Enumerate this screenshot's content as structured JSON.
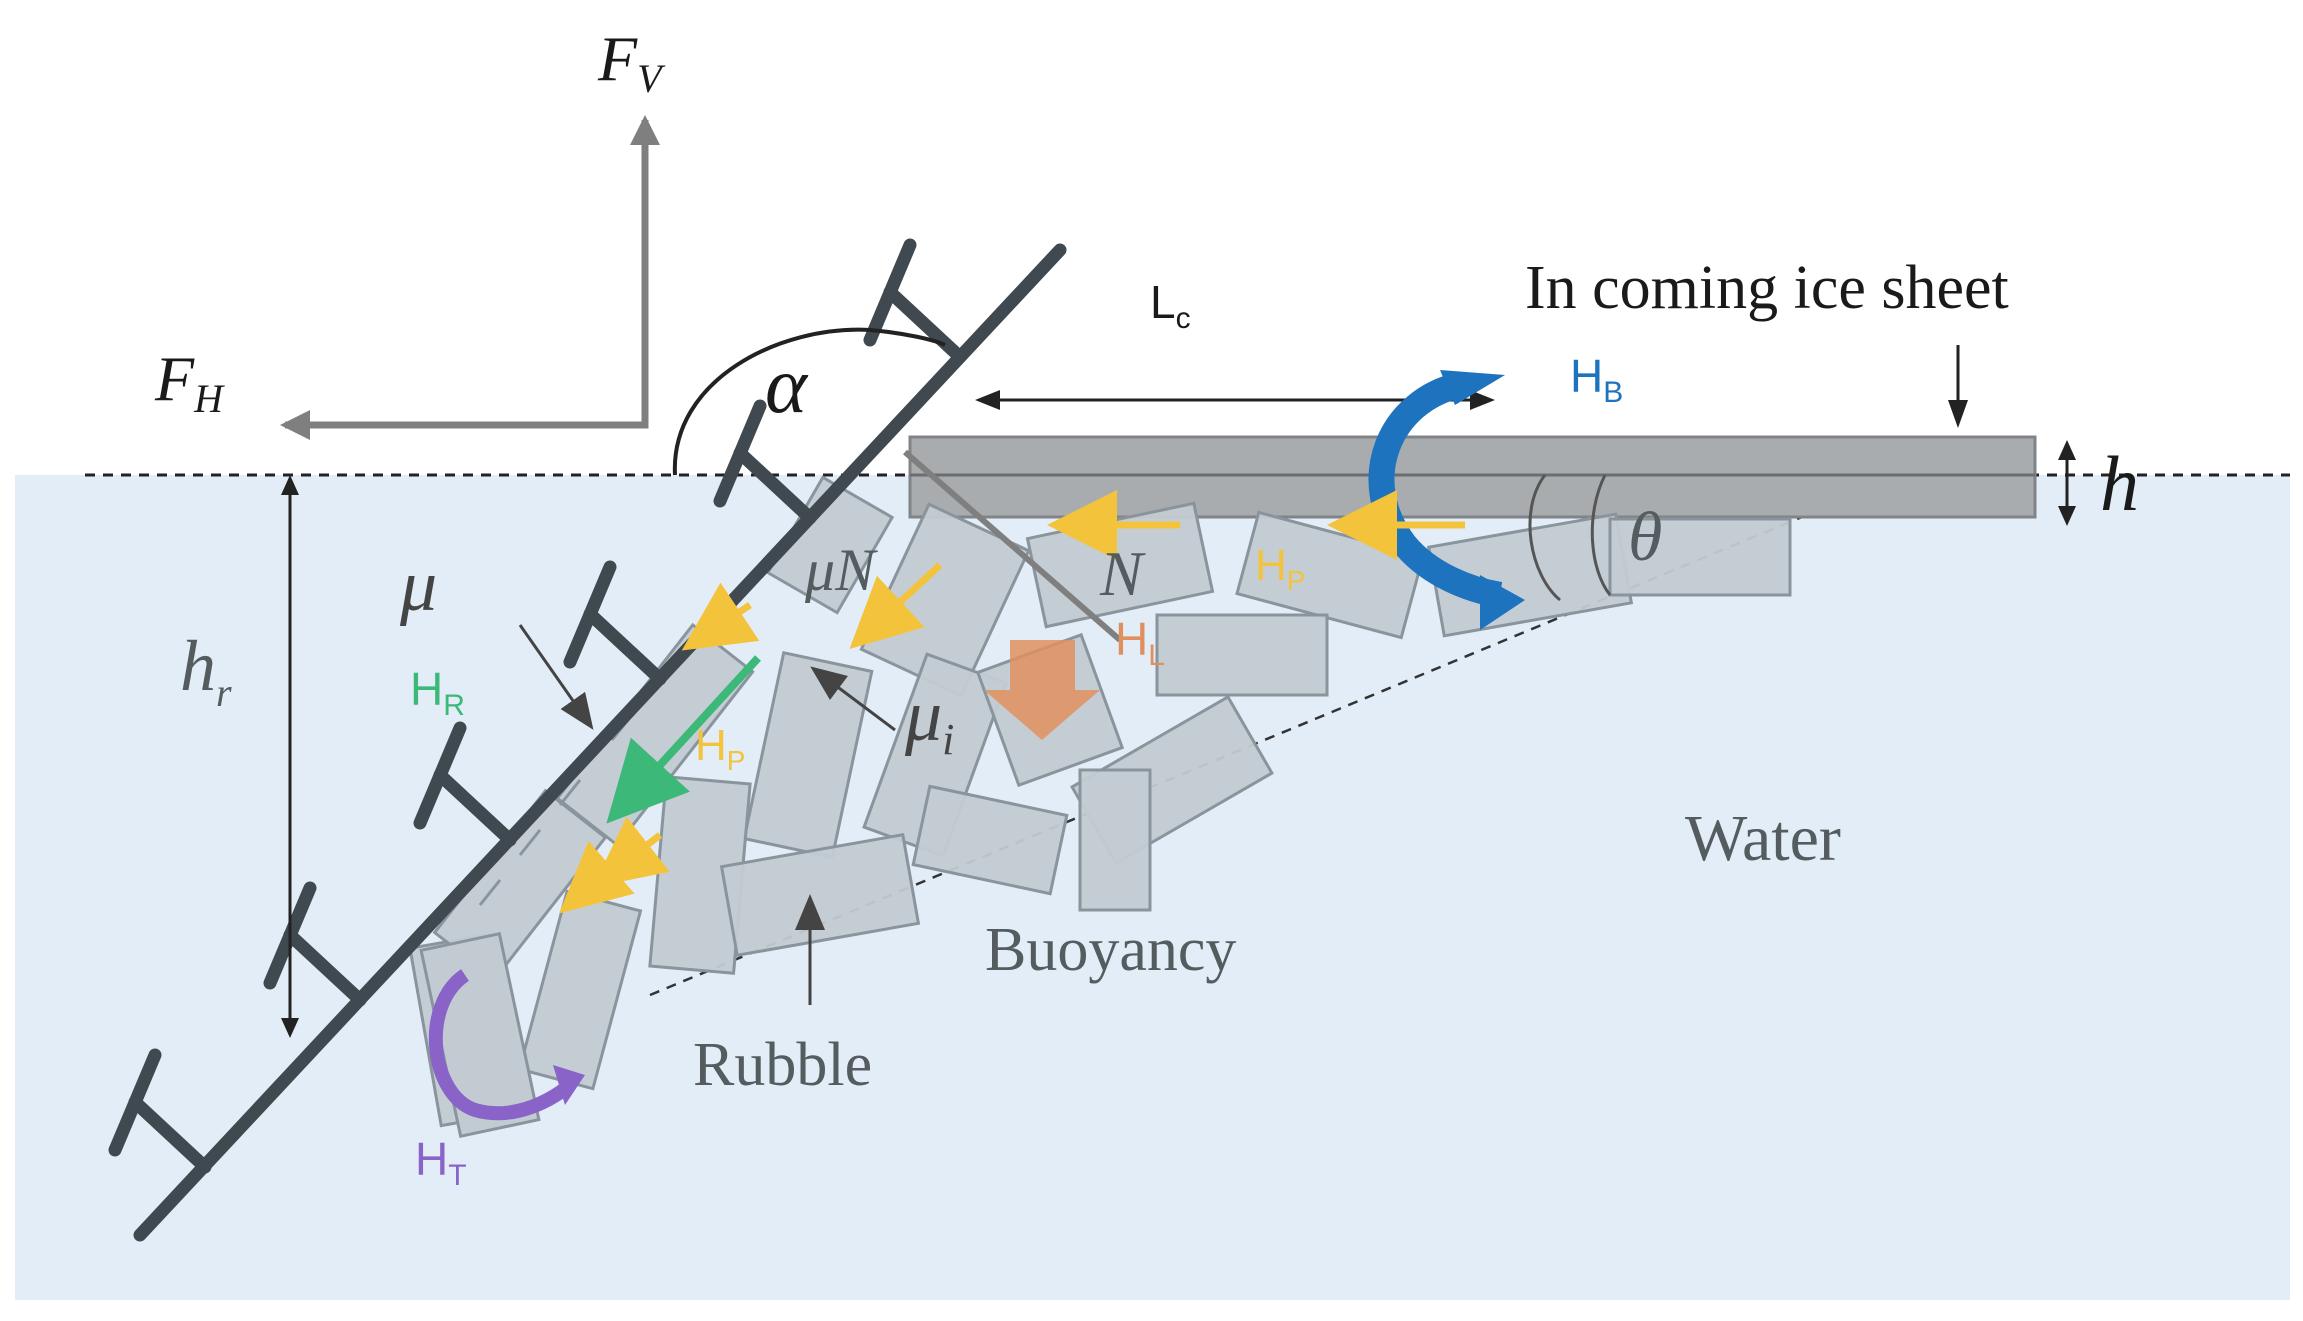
{
  "labels": {
    "fv_main": "F",
    "fv_sub": "V",
    "fh_main": "F",
    "fh_sub": "H",
    "alpha": "α",
    "lc_main": "L",
    "lc_sub": "c",
    "incoming": "In coming ice sheet",
    "hb_main": "H",
    "hb_sub": "B",
    "h": "h",
    "theta": "θ",
    "mu": "μ",
    "mun": "μN",
    "n": "N",
    "hp_main": "H",
    "hp_sub": "P",
    "hl_main": "H",
    "hl_sub": "L",
    "hr_main": "H",
    "hr_sub": "R",
    "hr_height_main": "h",
    "hr_height_sub": "r",
    "mui": "μ",
    "mui_sub": "i",
    "water": "Water",
    "buoyancy": "Buoyancy",
    "rubble": "Rubble",
    "ht_main": "H",
    "ht_sub": "T"
  },
  "colors": {
    "water": "#e3edf7",
    "structure": "#404850",
    "ice_sheet": "#a9acae",
    "rubble_fill": "#c3cbd2",
    "rubble_stroke": "#8a949c",
    "force_arrows": "#7f7f7f",
    "hb_blue": "#1e73be",
    "hp_yellow": "#f3c33c",
    "hl_orange": "#e0905e",
    "hr_green": "#3cb878",
    "ht_purple": "#8a63c9",
    "text_dark": "#2b2b2b",
    "text_grey": "#555c60"
  }
}
